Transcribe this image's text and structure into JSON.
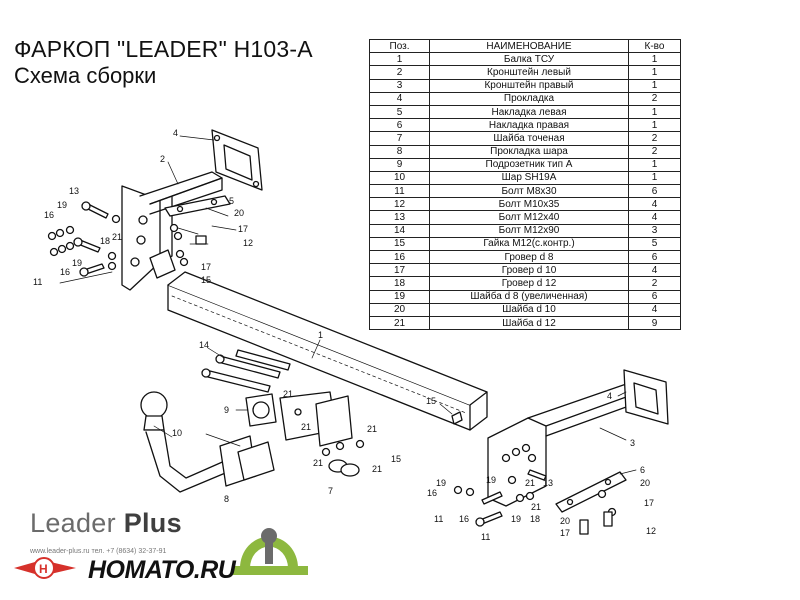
{
  "header": {
    "title": "ФАРКОП \"LEADER\" H103-A",
    "subtitle": "Схема сборки"
  },
  "parts_table": {
    "columns": [
      "Поз.",
      "НАИМЕНОВАНИЕ",
      "К-во"
    ],
    "rows": [
      [
        "1",
        "Балка ТСУ",
        "1"
      ],
      [
        "2",
        "Кронштейн левый",
        "1"
      ],
      [
        "3",
        "Кронштейн правый",
        "1"
      ],
      [
        "4",
        "Прокладка",
        "2"
      ],
      [
        "5",
        "Накладка левая",
        "1"
      ],
      [
        "6",
        "Накладка правая",
        "1"
      ],
      [
        "7",
        "Шайба точеная",
        "2"
      ],
      [
        "8",
        "Прокладка шара",
        "2"
      ],
      [
        "9",
        "Подрозетник тип А",
        "1"
      ],
      [
        "10",
        "Шар SH19A",
        "1"
      ],
      [
        "11",
        "Болт М8х30",
        "6"
      ],
      [
        "12",
        "Болт М10х35",
        "4"
      ],
      [
        "13",
        "Болт М12х40",
        "4"
      ],
      [
        "14",
        "Болт М12х90",
        "3"
      ],
      [
        "15",
        "Гайка М12(с.контр.)",
        "5"
      ],
      [
        "16",
        "Гровер d 8",
        "6"
      ],
      [
        "17",
        "Гровер d 10",
        "4"
      ],
      [
        "18",
        "Гровер d 12",
        "2"
      ],
      [
        "19",
        "Шайба d 8 (увеличенная)",
        "6"
      ],
      [
        "20",
        "Шайба d 10",
        "4"
      ],
      [
        "21",
        "Шайба d 12",
        "9"
      ]
    ]
  },
  "diagram_labels": [
    "1",
    "2",
    "3",
    "4",
    "5",
    "6",
    "7",
    "8",
    "9",
    "10",
    "11",
    "12",
    "13",
    "14",
    "15",
    "16",
    "17",
    "18",
    "19",
    "20",
    "21"
  ],
  "footer": {
    "brand_regular": "Leader",
    "brand_bold": "Plus",
    "contacts": "www.leader-plus.ru  тел. +7 (8634) 32-37-91",
    "shop": "HOMATO.RU"
  },
  "colors": {
    "logo_green": "#8db83f",
    "logo_red": "#d6312b",
    "logo_gray": "#6b6b6b",
    "line": "#111111"
  }
}
